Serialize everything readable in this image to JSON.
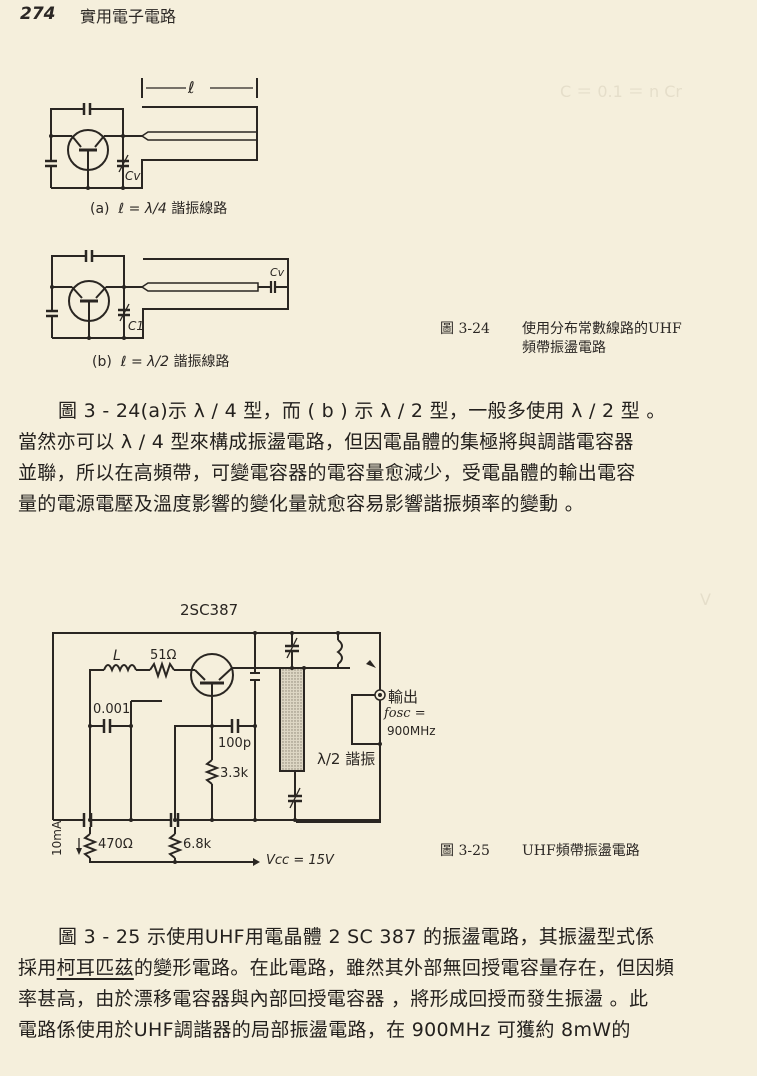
{
  "header": {
    "page_number": "274",
    "running_title": "實用電子電路"
  },
  "figure_3_24": {
    "sub_a": {
      "label": "(a)",
      "formula": "ℓ = λ/4",
      "caption_suffix": "諧振線路",
      "length_marker": "ℓ",
      "capacitor_label": "Cv"
    },
    "sub_b": {
      "label": "(b)",
      "formula": "ℓ = λ/2",
      "caption_suffix": "諧振線路",
      "capacitor_label_1": "C1",
      "capacitor_label_2": "Cv"
    },
    "caption_number": "圖 3-24",
    "caption_title_line1": "使用分布常數線路的UHF",
    "caption_title_line2": "頻帶振盪電路"
  },
  "paragraph_1": {
    "lines": [
      "圖 3 - 24(a)示 λ / 4 型，而 ( b ) 示 λ / 2 型，一般多使用 λ / 2 型 。",
      "當然亦可以 λ / 4 型來構成振盪電路，但因電晶體的集極將與調諧電容器",
      "並聯，所以在高頻帶，可變電容器的電容量愈減少，受電晶體的輸出電容",
      "量的電源電壓及溫度影響的變化量就愈容易影響諧振頻率的變動 。"
    ]
  },
  "figure_3_25": {
    "transistor_label": "2SC387",
    "inductor_label": "L",
    "resistor_base": "51Ω",
    "capacitor_coupling": "0.001",
    "capacitor_emitter": "100p",
    "resistor_emitter": "3.3k",
    "resistor_bias_1": "470Ω",
    "resistor_bias_2": "6.8k",
    "current_label": "10mA",
    "supply_label": "Vcc = 15V",
    "resonator_label": "λ/2 諧振",
    "output_label": "輸出",
    "freq_label_line1": "fosc =",
    "freq_label_line2": "900MHz",
    "caption_number": "圖 3-25",
    "caption_title": "UHF頻帶振盪電路"
  },
  "paragraph_2": {
    "line1": "圖 3 - 25 示使用UHF用電晶體 2 SC 387 的振盪電路，其振盪型式係",
    "line2_pre": "採用",
    "line2_underlined": "柯耳匹茲",
    "line2_post": "的變形電路。在此電路，雖然其外部無回授電容量存在，但因頻",
    "line3": "率甚高，由於漂移電容器與內部回授電容器 ，將形成回授而發生振盪 。此",
    "line4": "電路係使用於UHF調諧器的局部振盪電路，在 900MHz 可獲約 8mW的"
  },
  "colors": {
    "paper": "#f5efdc",
    "ink": "#2a2622",
    "resonator_fill": "#cfc8b6"
  }
}
